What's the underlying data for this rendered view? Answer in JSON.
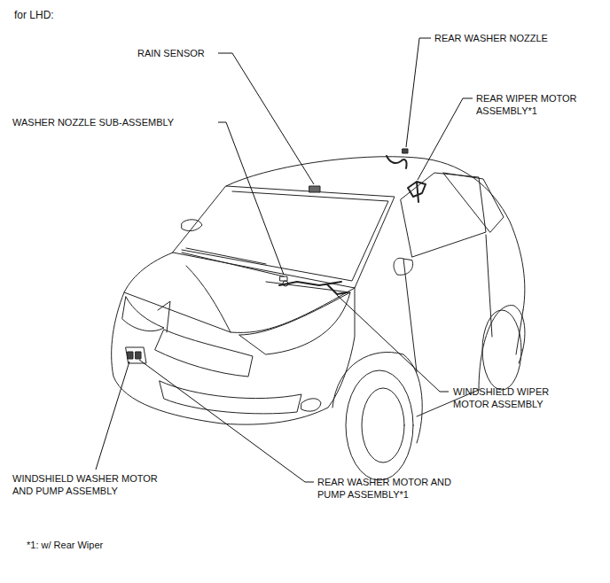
{
  "diagram": {
    "title": "for LHD:",
    "labels": [
      "REAR WASHER NOZZLE",
      "RAIN SENSOR",
      "REAR WIPER MOTOR ASSEMBLY*1",
      "WASHER NOZZLE SUB-ASSEMBLY",
      "WINDSHIELD WIPER MOTOR ASSEMBLY",
      "WINDSHIELD WASHER MOTOR AND PUMP ASSEMBLY",
      "REAR WASHER MOTOR AND PUMP ASSEMBLY*1",
      "*1: w/ Rear Wiper"
    ]
  }
}
